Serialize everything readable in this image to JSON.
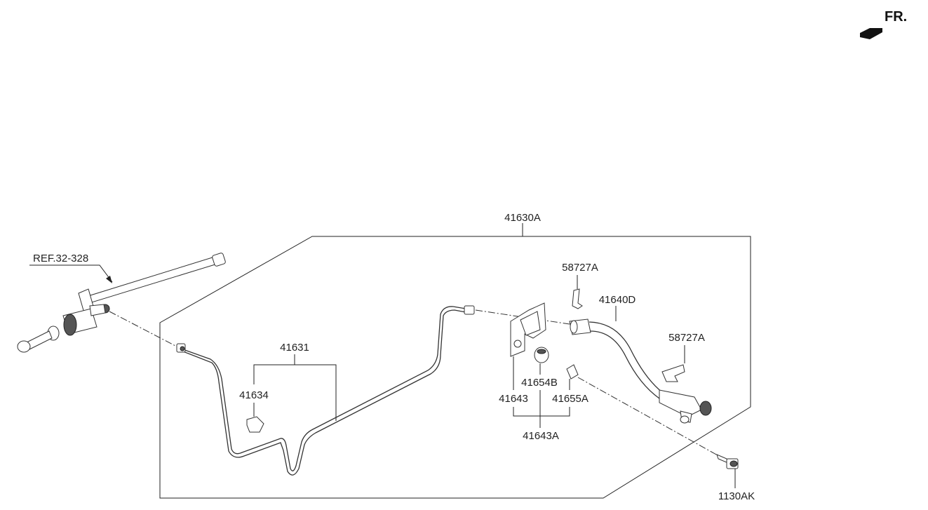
{
  "labels": {
    "assembly": "41630A",
    "ref": "REF.32-328",
    "tube": "41631",
    "clip": "41634",
    "hose": "41640D",
    "clip_top": "58727A",
    "clip_right": "58727A",
    "bracket": "41643",
    "grommet": "41654B",
    "bracket_assy": "41643A",
    "connector": "41655A",
    "bolt": "1130AK"
  },
  "direction": {
    "label": "FR.",
    "arrow_icon": "front-direction-arrow"
  },
  "colors": {
    "line": "#222222",
    "background": "#ffffff"
  }
}
